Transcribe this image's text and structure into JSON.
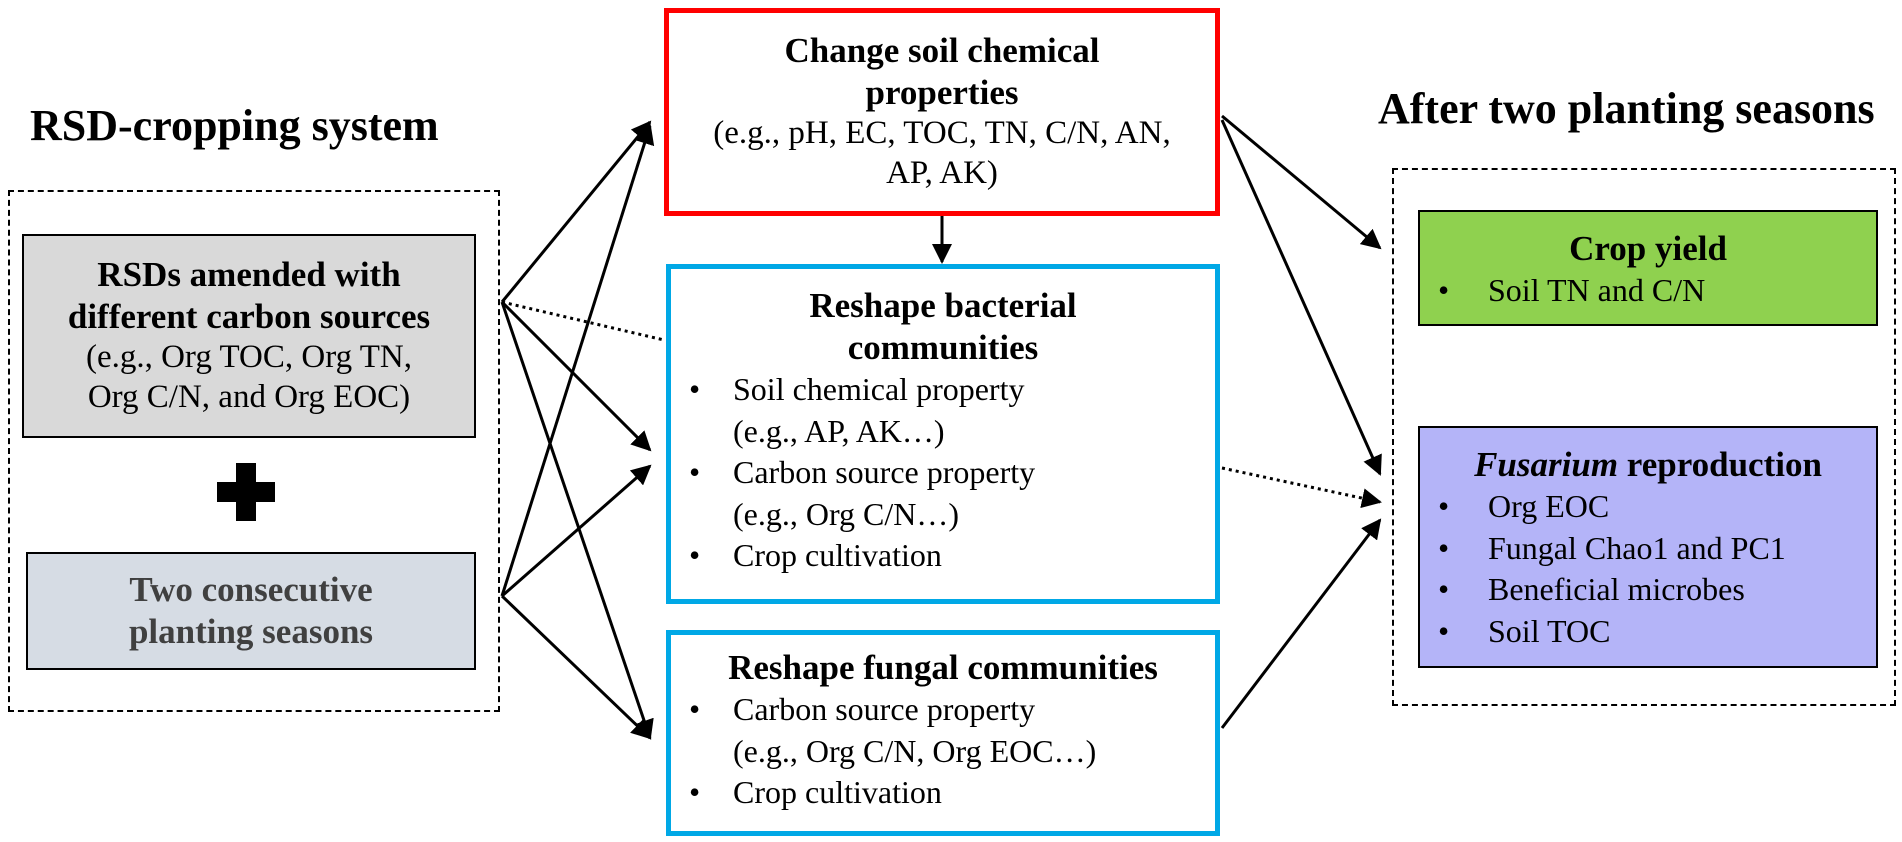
{
  "left": {
    "heading": "RSD-cropping system",
    "box1": {
      "line1": "RSDs amended with",
      "line2": "different carbon sources",
      "line3": "(e.g., Org TOC, Org TN,",
      "line4": "Org C/N, and Org EOC)"
    },
    "box2": {
      "line1": "Two consecutive",
      "line2": "planting seasons"
    },
    "plus_icon": "plus-icon"
  },
  "middle": {
    "chem": {
      "title1": "Change soil chemical",
      "title2": "properties",
      "line1": "(e.g., pH, EC, TOC, TN, C/N, AN,",
      "line2": "AP, AK)"
    },
    "bact": {
      "title1": "Reshape bacterial",
      "title2": "communities",
      "items": [
        {
          "text": "Soil chemical property",
          "sub": "(e.g., AP, AK…)"
        },
        {
          "text": "Carbon source property",
          "sub": "(e.g., Org C/N…)"
        },
        {
          "text": "Crop cultivation",
          "sub": ""
        }
      ]
    },
    "fungal": {
      "title": "Reshape fungal communities",
      "items": [
        {
          "text": "Carbon source property",
          "sub": "(e.g., Org C/N, Org EOC…)"
        },
        {
          "text": "Crop cultivation",
          "sub": ""
        }
      ]
    }
  },
  "right": {
    "heading": "After two planting seasons",
    "yield": {
      "title": "Crop yield",
      "items": [
        "Soil TN and C/N"
      ]
    },
    "fusarium": {
      "title_italic": "Fusarium",
      "title_rest": " reproduction",
      "items": [
        "Org EOC",
        "Fungal Chao1 and PC1",
        "Beneficial microbes",
        "Soil TOC"
      ]
    }
  },
  "colors": {
    "red_border": "#ff0000",
    "blue_border": "#00a8e6",
    "gray_fill": "#d9d9d9",
    "slate_fill": "#d6dce4",
    "green_fill": "#8fd14f",
    "lavender_fill": "#b4b4f8"
  }
}
